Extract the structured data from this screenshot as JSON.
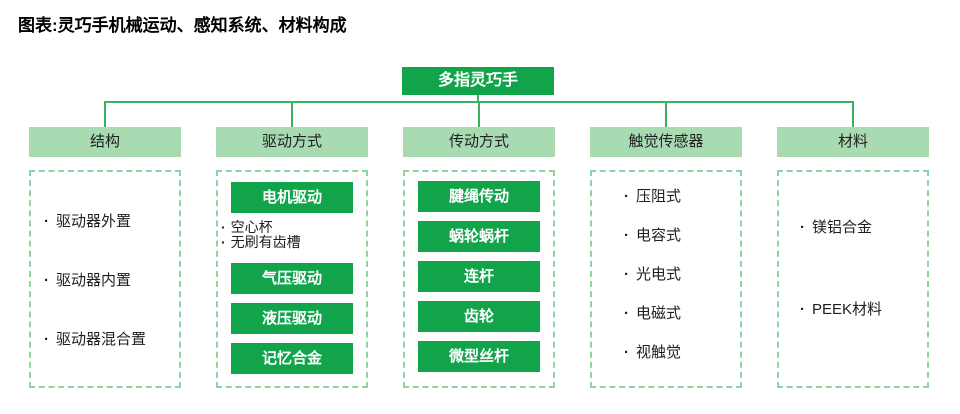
{
  "title": "图表:灵巧手机械运动、感知系统、材料构成",
  "root_label": "多指灵巧手",
  "bullet_char": "·",
  "colors": {
    "box_green": "#12A44B",
    "header_green": "#A9DBB3",
    "dashed_border_green": "#8FD3A0",
    "line_green": "#3CB15F",
    "text_dark": "#1F1F1F"
  },
  "columns": [
    {
      "header": "结构",
      "items": [
        "驱动器外置",
        "驱动器内置",
        "驱动器混合置"
      ]
    },
    {
      "header": "驱动方式",
      "box_top": "电机驱动",
      "sub_bullets": [
        "空心杯",
        "无刷有齿槽"
      ],
      "boxes": [
        "气压驱动",
        "液压驱动",
        "记忆合金"
      ]
    },
    {
      "header": "传动方式",
      "boxes": [
        "腱绳传动",
        "蜗轮蜗杆",
        "连杆",
        "齿轮",
        "微型丝杆"
      ]
    },
    {
      "header": "触觉传感器",
      "items": [
        "压阻式",
        "电容式",
        "光电式",
        "电磁式",
        "视触觉"
      ]
    },
    {
      "header": "材料",
      "items": [
        "镁铝合金",
        "PEEK材料"
      ]
    }
  ]
}
